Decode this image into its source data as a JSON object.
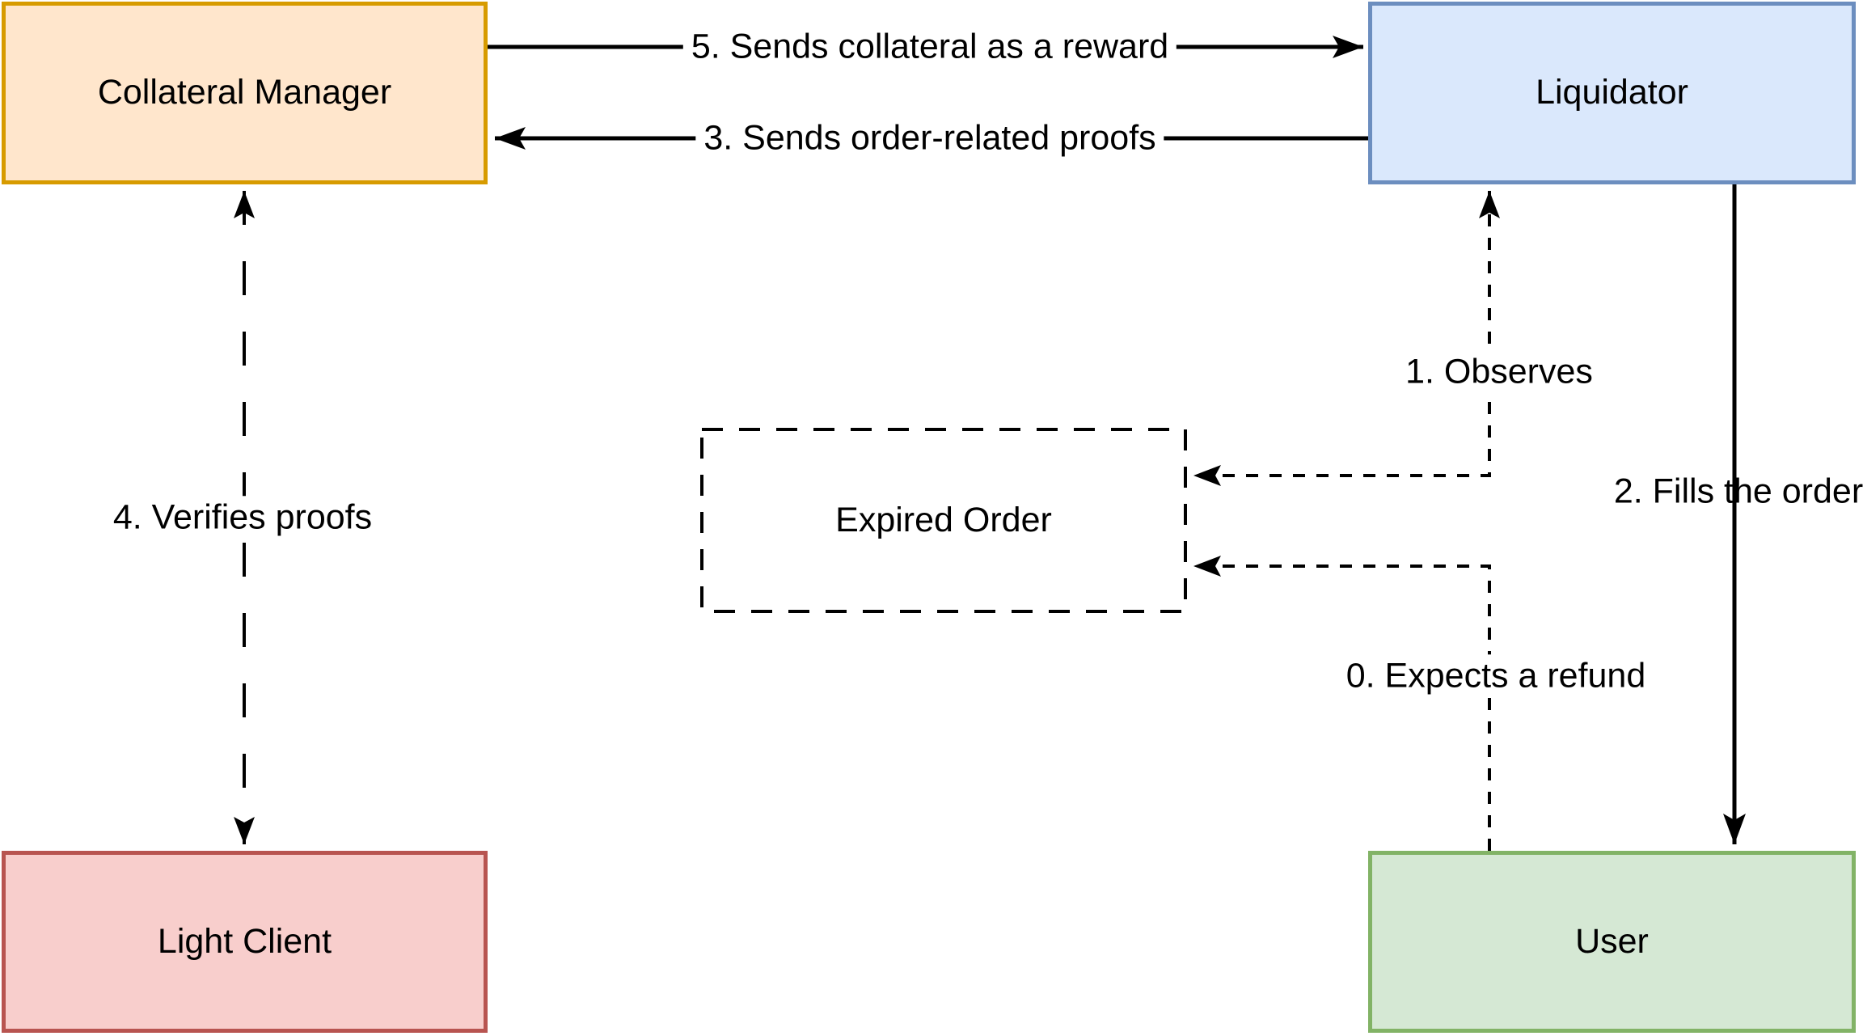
{
  "diagram": {
    "nodes": [
      {
        "id": "collateral-manager",
        "label": "Collateral Manager",
        "fill": "#FFE6CC",
        "stroke": "#D79B00",
        "border_style": "solid"
      },
      {
        "id": "liquidator",
        "label": "Liquidator",
        "fill": "#DAE8FC",
        "stroke": "#6C8EBF",
        "border_style": "solid"
      },
      {
        "id": "expired-order",
        "label": "Expired Order",
        "fill": "#FFFFFF",
        "stroke": "#000000",
        "border_style": "dashed"
      },
      {
        "id": "light-client",
        "label": "Light Client",
        "fill": "#F8CECC",
        "stroke": "#B85450",
        "border_style": "solid"
      },
      {
        "id": "user",
        "label": "User",
        "fill": "#D5E8D4",
        "stroke": "#82B366",
        "border_style": "solid"
      }
    ],
    "edges": [
      {
        "id": "expects-refund",
        "label": "0. Expects a refund",
        "from": "user",
        "to": "expired-order",
        "line_style": "dashed",
        "arrows": "end",
        "color": "#000000"
      },
      {
        "id": "observes",
        "label": "1. Observes",
        "from": "liquidator",
        "to": "expired-order",
        "line_style": "dashed",
        "arrows": "both",
        "color": "#000000"
      },
      {
        "id": "fills-order",
        "label": "2. Fills the order",
        "from": "liquidator",
        "to": "user",
        "line_style": "solid",
        "arrows": "end",
        "color": "#000000"
      },
      {
        "id": "sends-order-proofs",
        "label": "3. Sends order-related proofs",
        "from": "liquidator",
        "to": "collateral-manager",
        "line_style": "solid",
        "arrows": "end",
        "color": "#000000"
      },
      {
        "id": "verifies-proofs",
        "label": "4. Verifies proofs",
        "from": "collateral-manager",
        "to": "light-client",
        "line_style": "long-dashed",
        "arrows": "both",
        "color": "#000000"
      },
      {
        "id": "sends-collateral-reward",
        "label": "5. Sends collateral as a reward",
        "from": "collateral-manager",
        "to": "liquidator",
        "line_style": "solid",
        "arrows": "end",
        "color": "#000000"
      }
    ]
  }
}
